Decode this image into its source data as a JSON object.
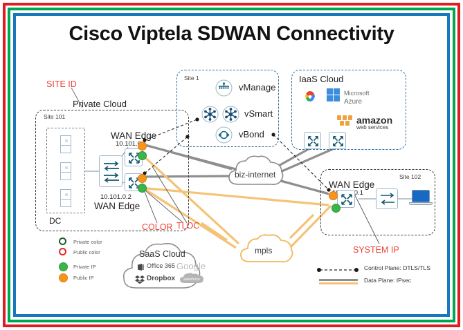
{
  "frame": {
    "outer_color": "#e01b24",
    "middle_color": "#00a651",
    "inner_color": "#1878be"
  },
  "title": "Cisco Viptela SDWAN Connectivity",
  "annotations": {
    "site_id": "SITE ID",
    "color": "COLOR",
    "tloc": "TLOC",
    "system_ip": "SYSTEM IP",
    "accent_color": "#ef4136"
  },
  "private_cloud": {
    "label": "Private Cloud",
    "site_label": "Site 101",
    "dc_label": "DC",
    "wan_edge_top": {
      "name": "WAN Edge",
      "ip": "10.101.0.1"
    },
    "wan_edge_bottom": {
      "name": "WAN Edge",
      "ip": "10.101.0.2"
    }
  },
  "controllers": {
    "site_label": "Site 1",
    "items": [
      {
        "label": "vManage",
        "icon": "vmanage-icon",
        "count": 1
      },
      {
        "label": "vSmart",
        "icon": "vsmart-icon",
        "count": 2
      },
      {
        "label": "vBond",
        "icon": "vbond-icon",
        "count": 1
      }
    ]
  },
  "iaas_cloud": {
    "label": "IaaS Cloud",
    "providers": [
      {
        "name": "Google Cloud",
        "icon": "google-cloud-icon"
      },
      {
        "name": "Microsoft",
        "name2": "Azure",
        "icon": "azure-icon"
      },
      {
        "name": "amazon",
        "name2": "web services",
        "icon": "aws-icon"
      }
    ]
  },
  "site_102": {
    "site_label": "Site 102",
    "wan_edge": {
      "name": "WAN Edge",
      "ip": "10.102.0.1"
    }
  },
  "clouds": {
    "biz_internet": "biz-internet",
    "mpls": "mpls",
    "saas": {
      "label": "SaaS  Cloud",
      "services": [
        "Office 365",
        "Google",
        "Dropbox",
        "salesforce"
      ]
    }
  },
  "legend_colors": {
    "title": "",
    "items": [
      {
        "label": "Private color",
        "style": "ring",
        "color": "#1e5c2a"
      },
      {
        "label": "Public color",
        "style": "ring",
        "color": "#e8262a"
      },
      {
        "label": "Private IP",
        "style": "dot",
        "color": "#39b54a"
      },
      {
        "label": "Public IP",
        "style": "dot",
        "color": "#f7941e"
      }
    ]
  },
  "legend_planes": {
    "items": [
      {
        "label": "Control Plane: DTLS/TLS",
        "style": "dashed-dotted",
        "color": "#222222"
      },
      {
        "label": "Data Plane: IPsec",
        "style": "double-solid",
        "color": "#8f8f8f",
        "color2": "#f5c276"
      }
    ]
  }
}
